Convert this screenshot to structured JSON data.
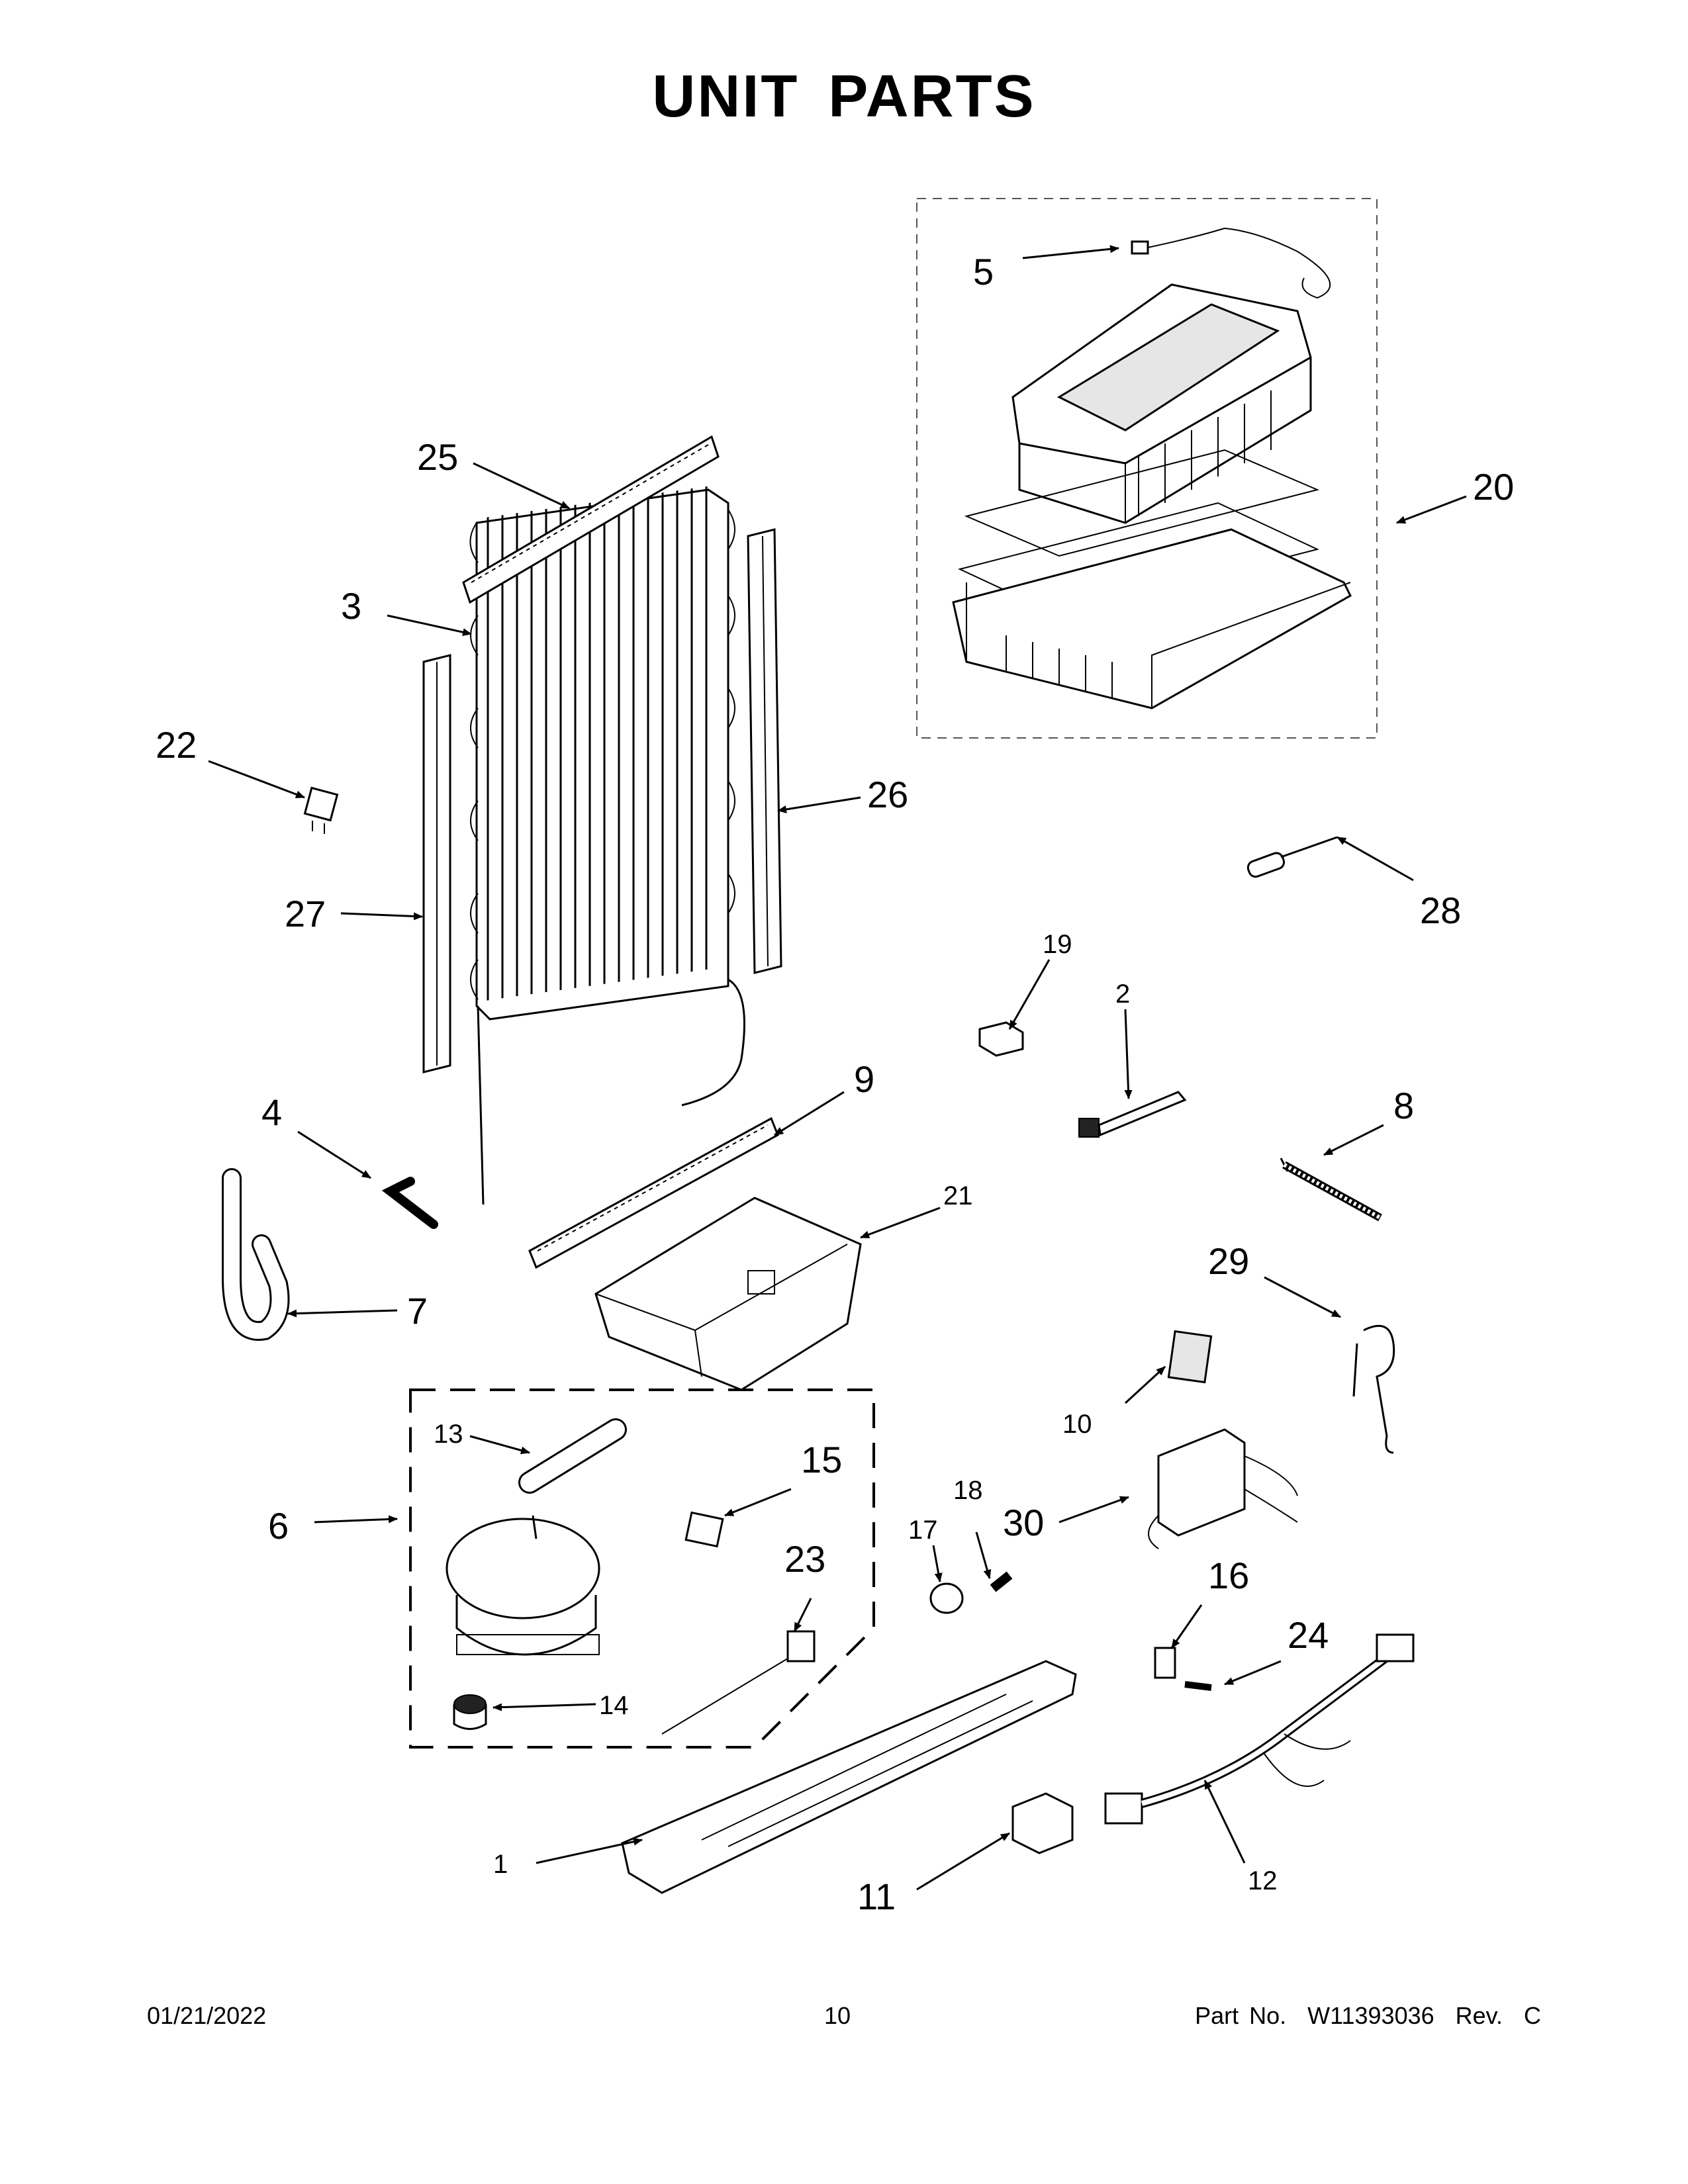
{
  "title": "UNIT PARTS",
  "callouts": [
    {
      "id": "1",
      "label": "1"
    },
    {
      "id": "2",
      "label": "2"
    },
    {
      "id": "3",
      "label": "3"
    },
    {
      "id": "4",
      "label": "4"
    },
    {
      "id": "5",
      "label": "5"
    },
    {
      "id": "6",
      "label": "6"
    },
    {
      "id": "7",
      "label": "7"
    },
    {
      "id": "8",
      "label": "8"
    },
    {
      "id": "9",
      "label": "9"
    },
    {
      "id": "10",
      "label": "10"
    },
    {
      "id": "11",
      "label": "11"
    },
    {
      "id": "12",
      "label": "12"
    },
    {
      "id": "13",
      "label": "13"
    },
    {
      "id": "14",
      "label": "14"
    },
    {
      "id": "15",
      "label": "15"
    },
    {
      "id": "16",
      "label": "16"
    },
    {
      "id": "17",
      "label": "17"
    },
    {
      "id": "18",
      "label": "18"
    },
    {
      "id": "19",
      "label": "19"
    },
    {
      "id": "20",
      "label": "20"
    },
    {
      "id": "21",
      "label": "21"
    },
    {
      "id": "22",
      "label": "22"
    },
    {
      "id": "23",
      "label": "23"
    },
    {
      "id": "24",
      "label": "24"
    },
    {
      "id": "25",
      "label": "25"
    },
    {
      "id": "26",
      "label": "26"
    },
    {
      "id": "27",
      "label": "27"
    },
    {
      "id": "28",
      "label": "28"
    },
    {
      "id": "29",
      "label": "29"
    },
    {
      "id": "30",
      "label": "30"
    }
  ],
  "footer": {
    "date": "01/21/2022",
    "page": "10",
    "part_number": "Part No.  W11393036  Rev.  C"
  }
}
